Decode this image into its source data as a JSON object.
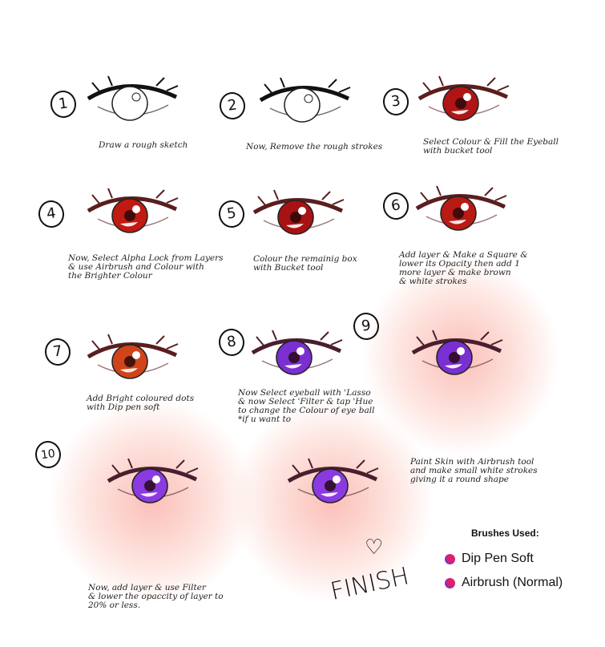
{
  "steps": [
    {
      "number": "1",
      "caption": "Draw a rough sketch",
      "iris": "#ffffff",
      "stroke": "#111111"
    },
    {
      "number": "2",
      "caption": "Now, Remove the rough strokes",
      "iris": "#ffffff",
      "stroke": "#111111"
    },
    {
      "number": "3",
      "caption": "Select Colour & Fill the Eyeball\nwith bucket tool",
      "iris": "#b01515",
      "stroke": "#5a1e1e"
    },
    {
      "number": "4",
      "caption": "Now, Select Alpha Lock from Layers\n& use Airbrush and Colour with\nthe Brighter Colour",
      "iris": "#c01a12",
      "stroke": "#5a1e1e"
    },
    {
      "number": "5",
      "caption": "Colour the remainig box\nwith Bucket tool",
      "iris": "#a81212",
      "stroke": "#5a1e1e"
    },
    {
      "number": "6",
      "caption": "Add layer & Make a Square &\nlower its Opacity then add 1\nmore layer & make brown\n& white strokes",
      "iris": "#b81a14",
      "stroke": "#5a1e1e"
    },
    {
      "number": "7",
      "caption": "Add Bright coloured dots\nwith Dip pen soft",
      "iris": "#d0441a",
      "stroke": "#5a1e1e"
    },
    {
      "number": "8",
      "caption": "Now Select eyeball with 'Lasso\n& now Select 'Filter & tap 'Hue\nto change the Colour of eye ball\n*if u want to",
      "iris": "#7a2fd0",
      "stroke": "#4a1e2e"
    },
    {
      "number": "9",
      "caption": "Paint Skin with Airbrush tool\nand make small white strokes\ngiving it a round shape",
      "iris": "#7a2fd0",
      "stroke": "#4a1e2e"
    },
    {
      "number": "10",
      "caption": "Now, add layer & use Filter\n& lower the opaccity of layer to\n20% or less.",
      "iris": "#8a3ae0",
      "stroke": "#4a1e2e"
    }
  ],
  "finish": {
    "text": "FINISH",
    "heart": "♡"
  },
  "brushes": {
    "title": "Brushes Used:",
    "items": [
      "Dip Pen Soft",
      "Airbrush (Normal)"
    ]
  }
}
